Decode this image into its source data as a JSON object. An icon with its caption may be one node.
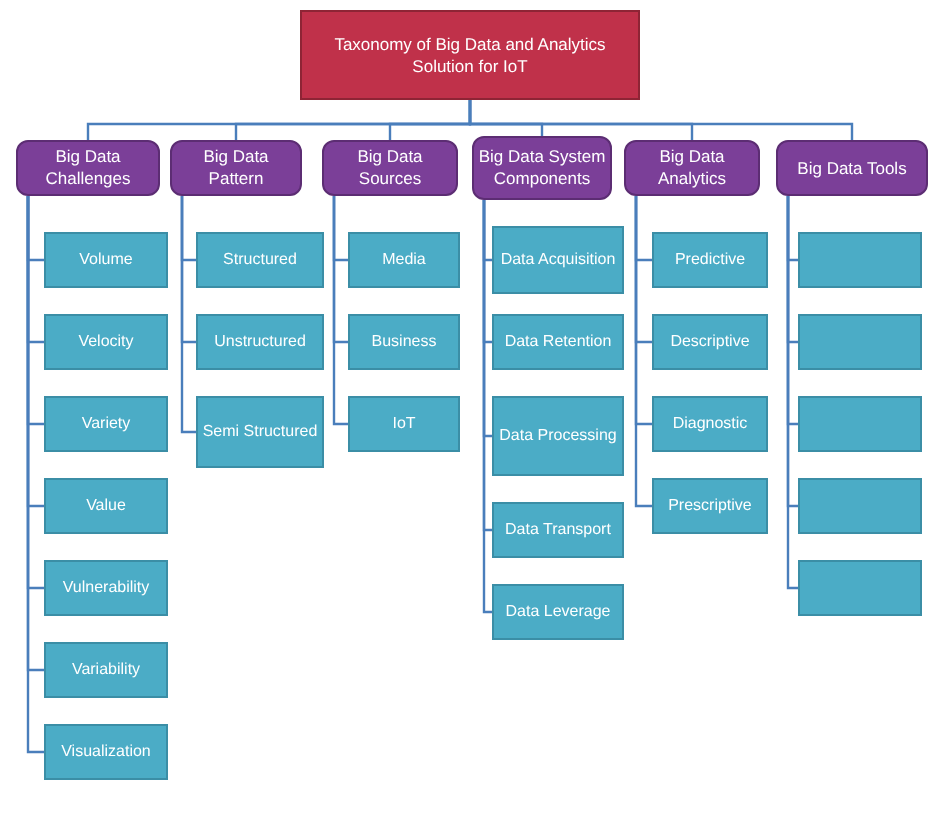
{
  "diagram": {
    "nodes": [
      {
        "text": [
          "Taxonomy of Big Data and Analytics Solution for IoT"
        ]
      },
      {
        "text": [
          "Big Data Challenges"
        ]
      },
      {
        "text": [
          "Volume"
        ]
      },
      {
        "text": [
          "Velocity"
        ]
      },
      {
        "text": [
          "Variety"
        ]
      },
      {
        "text": [
          "Value"
        ]
      },
      {
        "text": [
          "Vulnerability"
        ]
      },
      {
        "text": [
          "Variability"
        ]
      },
      {
        "text": [
          "Visualization"
        ]
      },
      {
        "text": [
          "Big Data Pattern"
        ]
      },
      {
        "text": [
          "Structured"
        ]
      },
      {
        "text": [
          "Unstructured"
        ]
      },
      {
        "text": [
          "Semi Structured"
        ]
      },
      {
        "text": [
          "Big Data Sources"
        ]
      },
      {
        "text": [
          "Media"
        ]
      },
      {
        "text": [
          "Business"
        ]
      },
      {
        "text": [
          "IoT"
        ]
      },
      {
        "text": [
          "Big Data System Components"
        ]
      },
      {
        "text": [
          "Data Acquisition"
        ]
      },
      {
        "text": [
          "Data Retention"
        ]
      },
      {
        "text": [
          "Data Processing"
        ]
      },
      {
        "text": [
          "Data Transport"
        ]
      },
      {
        "text": [
          "Data Leverage"
        ]
      },
      {
        "text": [
          "Big Data Analytics"
        ]
      },
      {
        "text": [
          "Predictive"
        ]
      },
      {
        "text": [
          "Descriptive"
        ]
      },
      {
        "text": [
          "Diagnostic"
        ]
      },
      {
        "text": [
          "Prescriptive"
        ]
      },
      {
        "text": [
          "Big Data Tools"
        ]
      },
      {
        "text": [],
        "shape": "box"
      },
      {
        "text": [],
        "shape": "box"
      },
      {
        "text": [],
        "shape": "box"
      },
      {
        "text": [],
        "shape": "box"
      },
      {
        "text": [],
        "shape": "box"
      }
    ],
    "edges": [
      {
        "from": 0,
        "to": 1,
        "arrow": "none"
      },
      {
        "from": 0,
        "to": 9,
        "arrow": "none"
      },
      {
        "from": 0,
        "to": 13,
        "arrow": "none"
      },
      {
        "from": 0,
        "to": 17,
        "arrow": "none"
      },
      {
        "from": 0,
        "to": 23,
        "arrow": "none"
      },
      {
        "from": 0,
        "to": 28,
        "arrow": "none"
      },
      {
        "from": 1,
        "to": 2,
        "arrow": "none"
      },
      {
        "from": 1,
        "to": 3,
        "arrow": "none"
      },
      {
        "from": 1,
        "to": 4,
        "arrow": "none"
      },
      {
        "from": 1,
        "to": 5,
        "arrow": "none"
      },
      {
        "from": 1,
        "to": 6,
        "arrow": "none"
      },
      {
        "from": 1,
        "to": 7,
        "arrow": "none"
      },
      {
        "from": 1,
        "to": 8,
        "arrow": "none"
      },
      {
        "from": 9,
        "to": 10,
        "arrow": "none"
      },
      {
        "from": 9,
        "to": 11,
        "arrow": "none"
      },
      {
        "from": 9,
        "to": 12,
        "arrow": "none"
      },
      {
        "from": 13,
        "to": 14,
        "arrow": "none"
      },
      {
        "from": 13,
        "to": 15,
        "arrow": "none"
      },
      {
        "from": 13,
        "to": 16,
        "arrow": "none"
      },
      {
        "from": 17,
        "to": 18,
        "arrow": "none"
      },
      {
        "from": 17,
        "to": 19,
        "arrow": "none"
      },
      {
        "from": 17,
        "to": 20,
        "arrow": "none"
      },
      {
        "from": 17,
        "to": 21,
        "arrow": "none"
      },
      {
        "from": 17,
        "to": 22,
        "arrow": "none"
      },
      {
        "from": 23,
        "to": 24,
        "arrow": "none"
      },
      {
        "from": 23,
        "to": 25,
        "arrow": "none"
      },
      {
        "from": 23,
        "to": 26,
        "arrow": "none"
      },
      {
        "from": 23,
        "to": 27,
        "arrow": "none"
      },
      {
        "from": 28,
        "to": 29,
        "arrow": "none"
      },
      {
        "from": 28,
        "to": 30,
        "arrow": "none"
      },
      {
        "from": 28,
        "to": 31,
        "arrow": "none"
      },
      {
        "from": 28,
        "to": 32,
        "arrow": "none"
      },
      {
        "from": 28,
        "to": 33,
        "arrow": "none"
      }
    ]
  }
}
